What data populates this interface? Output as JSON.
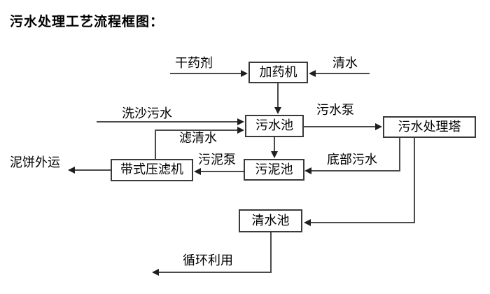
{
  "title": "污水处理工艺流程框图：",
  "nodes": {
    "dosing_machine": "加药机",
    "sewage_pool": "污水池",
    "treatment_tower": "污水处理塔",
    "sludge_pool": "污泥池",
    "belt_filter_press": "带式压滤机",
    "clean_water_pool": "清水池"
  },
  "flow_labels": {
    "dry_agent": "干药剂",
    "clean_water": "清水",
    "sand_washing_sewage": "洗沙污水",
    "filtered_water": "滤清水",
    "sewage_pump": "污水泵",
    "sludge_pump": "污泥泵",
    "bottom_sewage": "底部污水",
    "mud_cake_out": "泥饼外运",
    "recycling": "循环利用"
  },
  "edges": [
    {
      "from": "干药剂",
      "to": "加药机"
    },
    {
      "from": "清水",
      "to": "加药机"
    },
    {
      "from": "加药机",
      "to": "污水池"
    },
    {
      "from": "洗沙污水",
      "to": "污水池"
    },
    {
      "from": "带式压滤机",
      "to": "污水池",
      "label": "滤清水"
    },
    {
      "from": "污水池",
      "to": "污水处理塔",
      "label": "污水泵"
    },
    {
      "from": "污水池",
      "to": "污泥池"
    },
    {
      "from": "污水处理塔",
      "to": "污泥池",
      "label": "底部污水"
    },
    {
      "from": "污泥池",
      "to": "带式压滤机",
      "label": "污泥泵"
    },
    {
      "from": "带式压滤机",
      "to": "泥饼外运"
    },
    {
      "from": "污水处理塔",
      "to": "清水池"
    },
    {
      "from": "清水池",
      "to": "循环利用"
    }
  ],
  "colors": {
    "line": "#4a4a4a",
    "box_border": "#3a3a3a",
    "arrowhead": "#1f1f1f",
    "text": "#000000",
    "background": "#ffffff"
  }
}
